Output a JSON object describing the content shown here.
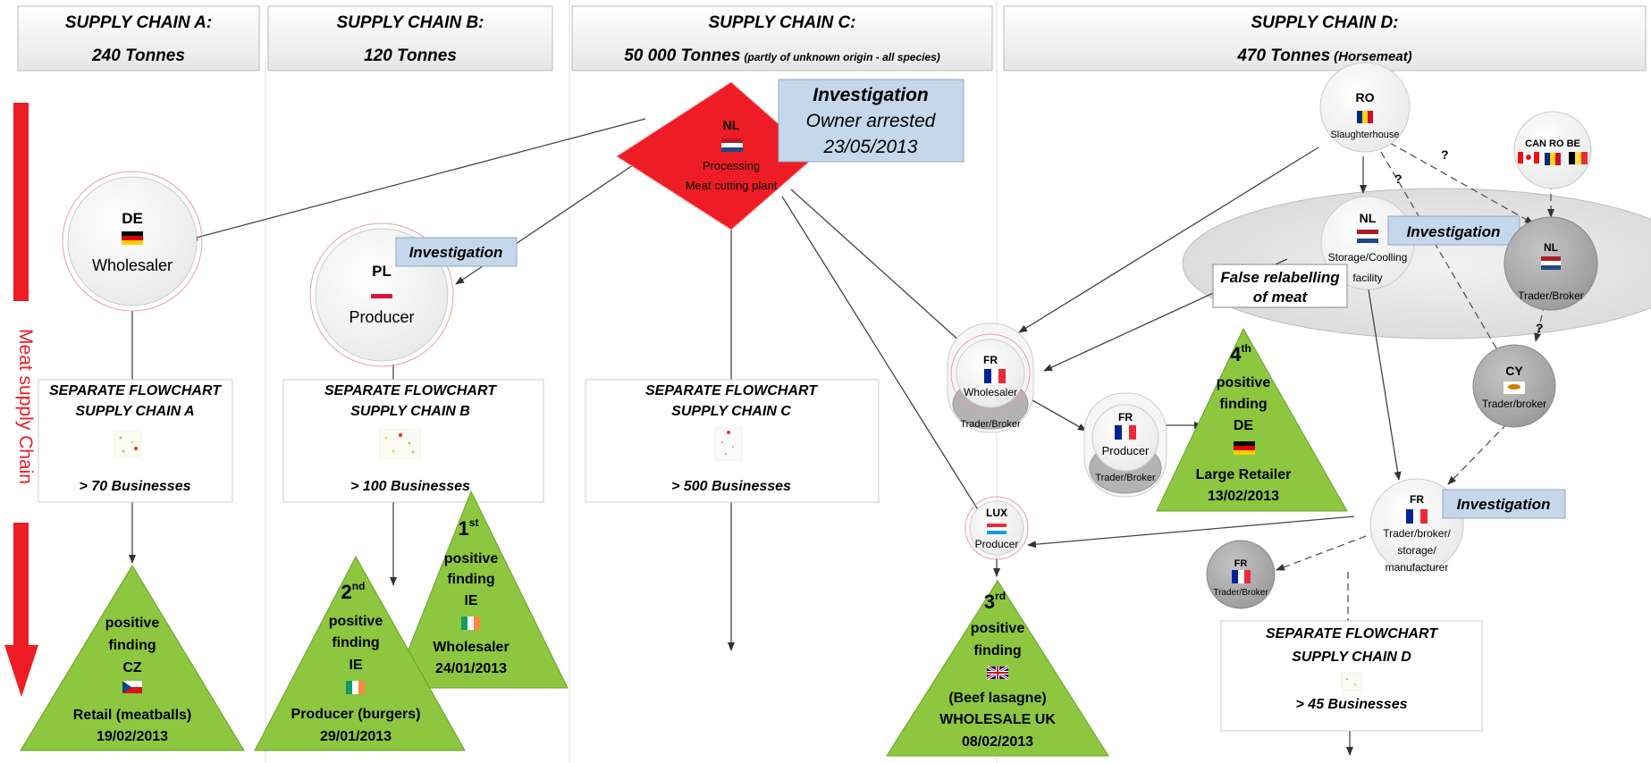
{
  "headers": {
    "a": {
      "title": "SUPPLY CHAIN A:",
      "tonnes": "240 Tonnes"
    },
    "b": {
      "title": "SUPPLY CHAIN B:",
      "tonnes": "120 Tonnes"
    },
    "c": {
      "title": "SUPPLY CHAIN C:",
      "tonnes": "50 000 Tonnes",
      "note": "(partly of unknown origin - all species)"
    },
    "d": {
      "title": "SUPPLY CHAIN D:",
      "tonnes": "470 Tonnes",
      "note": "(Horsemeat)"
    }
  },
  "side_label": "Meat supply Chain",
  "nodes": {
    "de": {
      "code": "DE",
      "role": "Wholesaler"
    },
    "pl": {
      "code": "PL",
      "role": "Producer"
    },
    "nl": {
      "code": "NL",
      "role1": "Processing",
      "role2": "Meat cutting plant"
    },
    "ro": {
      "code": "RO",
      "role": "Slaughterhouse"
    },
    "canrobe": {
      "code": "CAN RO BE"
    },
    "nl_storage": {
      "code": "NL",
      "role1": "Storage/Coolling",
      "role2": "facility"
    },
    "nl_trader": {
      "code": "NL",
      "role": "Trader/Broker"
    },
    "cy": {
      "code": "CY",
      "role": "Trader/broker"
    },
    "fr_wholesaler": {
      "code": "FR",
      "role": "Wholesaler",
      "sub": "Trader/Broker"
    },
    "fr_producer": {
      "code": "FR",
      "role": "Producer",
      "sub": "Trader/Broker"
    },
    "lux": {
      "code": "LUX",
      "role": "Producer"
    },
    "fr_main": {
      "code": "FR",
      "role1": "Trader/broker/",
      "role2": "storage/",
      "role3": "manufacturer"
    },
    "fr_trader": {
      "code": "FR",
      "role": "Trader/Broker"
    }
  },
  "callouts": {
    "nl_investigation": {
      "title": "Investigation",
      "line1": "Owner arrested",
      "line2": "23/05/2013"
    },
    "pl_investigation": "Investigation",
    "nl_storage_investigation": "Investigation",
    "fr_investigation": "Investigation",
    "false_relabelling": {
      "line1": "False relabelling",
      "line2": "of meat"
    }
  },
  "flowcharts": {
    "a": {
      "line1": "SEPARATE FLOWCHART",
      "line2": "SUPPLY CHAIN A",
      "count": "> 70 Businesses"
    },
    "b": {
      "line1": "SEPARATE FLOWCHART",
      "line2": "SUPPLY CHAIN B",
      "count": "> 100 Businesses"
    },
    "c": {
      "line1": "SEPARATE FLOWCHART",
      "line2": "SUPPLY CHAIN C",
      "count": "> 500 Businesses"
    },
    "d": {
      "line1": "SEPARATE FLOWCHART",
      "line2": "SUPPLY CHAIN D",
      "count": "> 45 Businesses"
    }
  },
  "findings": {
    "cz": {
      "l1": "positive",
      "l2": "finding",
      "code": "CZ",
      "place": "Retail (meatballs)",
      "date": "19/02/2013"
    },
    "ie2": {
      "ord": "2",
      "sup": "nd",
      "l1": "positive",
      "l2": "finding",
      "code": "IE",
      "place": "Producer (burgers)",
      "date": "29/01/2013"
    },
    "ie1": {
      "ord": "1",
      "sup": "st",
      "l1": "positive",
      "l2": "finding",
      "code": "IE",
      "place": "Wholesaler",
      "date": "24/01/2013"
    },
    "uk3": {
      "ord": "3",
      "sup": "rd",
      "l1": "positive",
      "l2": "finding",
      "place1": "(Beef lasagne)",
      "place2": "WHOLESALE UK",
      "date": "08/02/2013"
    },
    "de4": {
      "ord": "4",
      "sup": "th",
      "l1": "positive",
      "l2": "finding",
      "code": "DE",
      "place": "Large Retailer",
      "date": "13/02/2013"
    }
  },
  "edge_marks": {
    "q1": "?",
    "q2": "?",
    "q3": "?"
  },
  "colors": {
    "finding_green": "#8dc63f",
    "nl_red": "#ee1c24",
    "callout_blue": "#c5d7ea",
    "gray_node": "#a5a5a5",
    "arrow_red": "#ee1c24"
  }
}
